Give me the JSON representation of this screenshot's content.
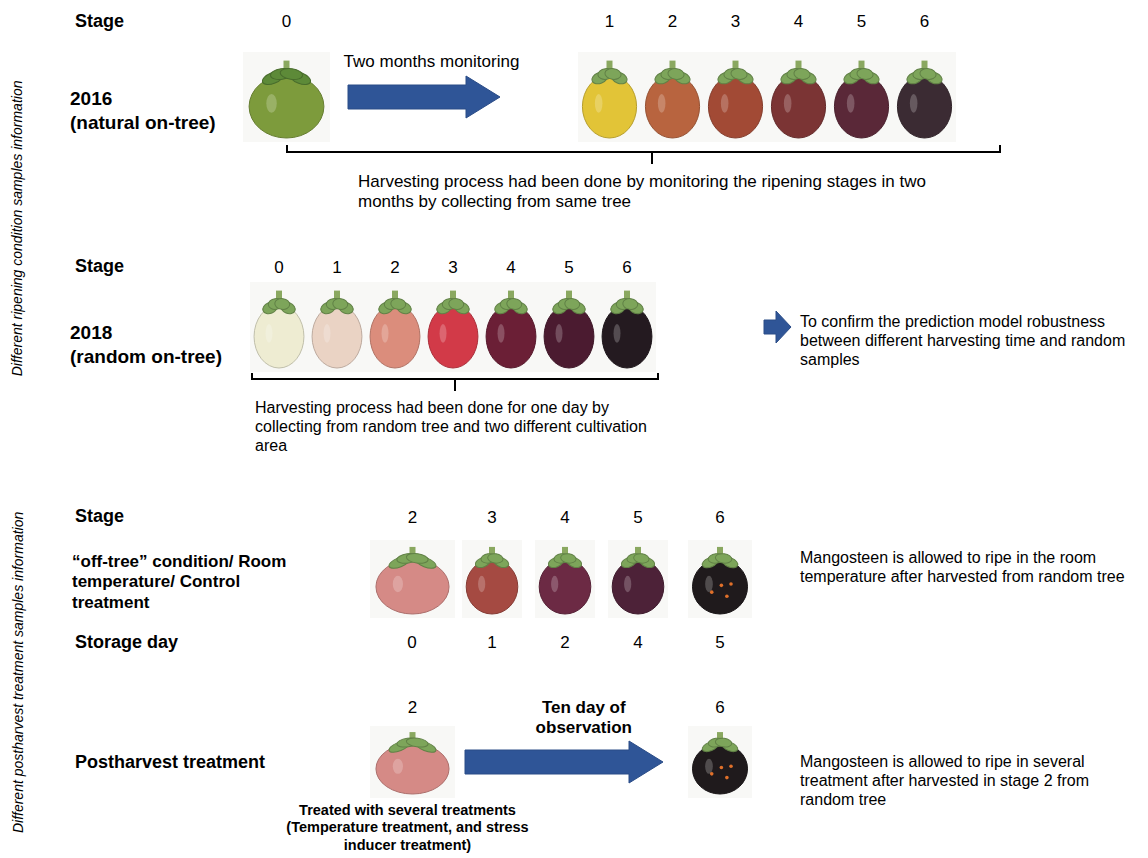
{
  "diagram": {
    "nodes": [
      {
        "text": [
          "0"
        ]
      },
      {
        "text": [
          "1"
        ]
      },
      {
        "text": [
          "2"
        ]
      },
      {
        "text": [
          "3"
        ]
      },
      {
        "text": [
          "4"
        ]
      },
      {
        "text": [
          "5"
        ]
      },
      {
        "text": [
          "6"
        ]
      },
      {
        "text": [
          "0"
        ]
      },
      {
        "text": [
          "1"
        ]
      },
      {
        "text": [
          "2"
        ]
      },
      {
        "text": [
          "3"
        ]
      },
      {
        "text": [
          "4"
        ]
      },
      {
        "text": [
          "5"
        ]
      },
      {
        "text": [
          "6"
        ]
      },
      {
        "text": [
          "2"
        ]
      },
      {
        "text": [
          "3"
        ]
      },
      {
        "text": [
          "4"
        ]
      },
      {
        "text": [
          "5"
        ]
      },
      {
        "text": [
          "6"
        ]
      },
      {
        "text": [
          "2"
        ]
      },
      {
        "text": [
          "6"
        ]
      }
    ],
    "edges": [
      {
        "from": 0,
        "to": 1,
        "arrow": "to",
        "label": "Two months monitoring"
      },
      {
        "from": 19,
        "to": 20,
        "arrow": "to",
        "label": "Ten day of observation"
      }
    ],
    "labels": [
      "Different ripening condition samples information",
      "Stage",
      "2016",
      "(natural on-tree)",
      "Harvesting process had been done by monitoring the ripening stages in two months by collecting from same tree",
      "Stage",
      "2018",
      "(random on-tree)",
      "Harvesting process had been done for one day by collecting from random tree and two different cultivation area",
      "To confirm the prediction model robustness between different harvesting time and random samples",
      "Different postharvest treatment samples information",
      "Stage",
      "“off-tree” condition/ Room temperature/ Control treatment",
      "Storage day",
      "0",
      "1",
      "2",
      "4",
      "5",
      "Mangosteen is allowed to ripe in the room temperature after harvested from random tree",
      "Postharvest treatment",
      "Treated with several treatments (Temperature treatment, and stress inducer treatment)",
      "Mangosteen is allowed to ripe in several treatment after harvested in stage 2 from random tree"
    ]
  }
}
